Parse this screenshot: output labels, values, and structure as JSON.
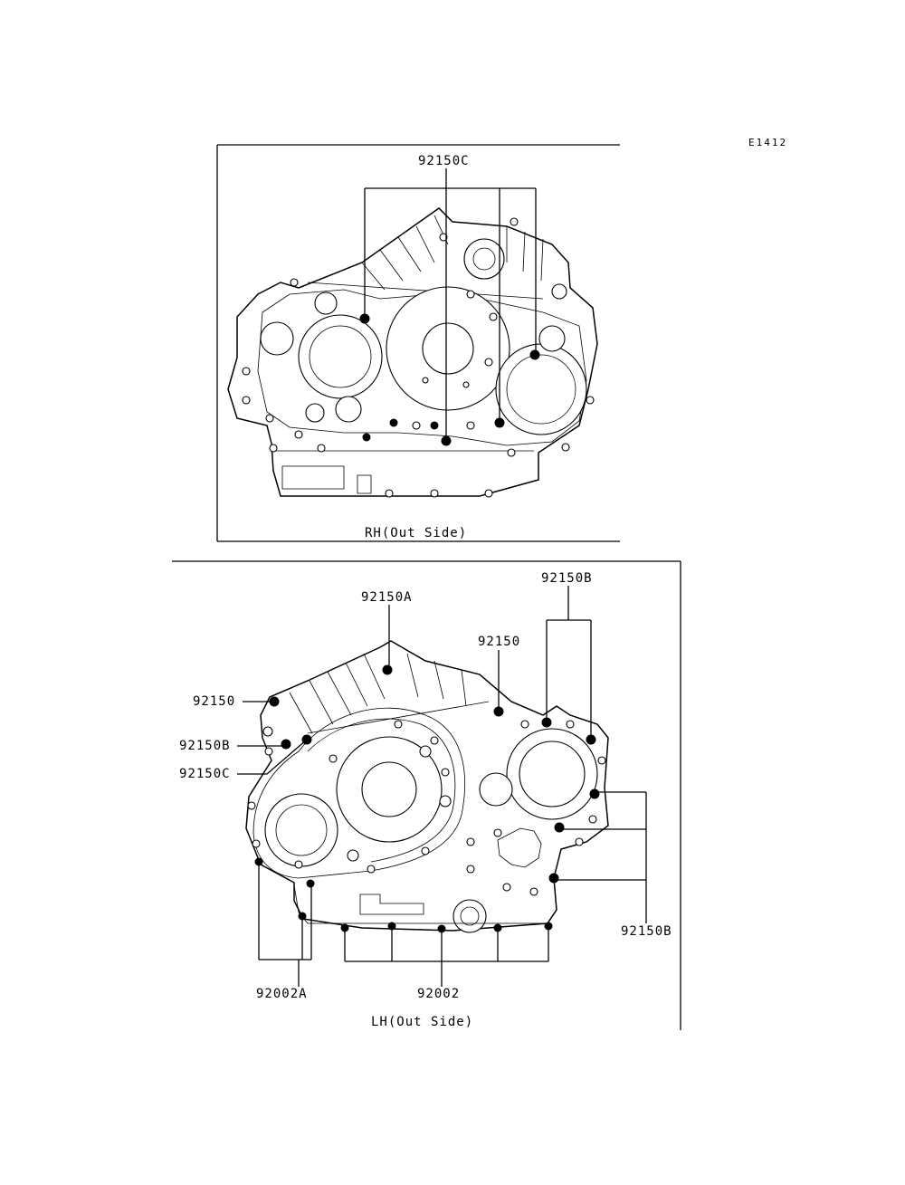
{
  "diagram_id": "E1412",
  "rh_panel": {
    "caption": "RH(Out Side)",
    "callouts": {
      "c1": "92150C"
    }
  },
  "lh_panel": {
    "caption": "LH(Out Side)",
    "callouts": {
      "a": "92150A",
      "b_top": "92150B",
      "plain_center": "92150",
      "plain_left": "92150",
      "b_left": "92150B",
      "c_left": "92150C",
      "b_right": "92150B",
      "d2a": "92002A",
      "d2": "92002"
    }
  }
}
